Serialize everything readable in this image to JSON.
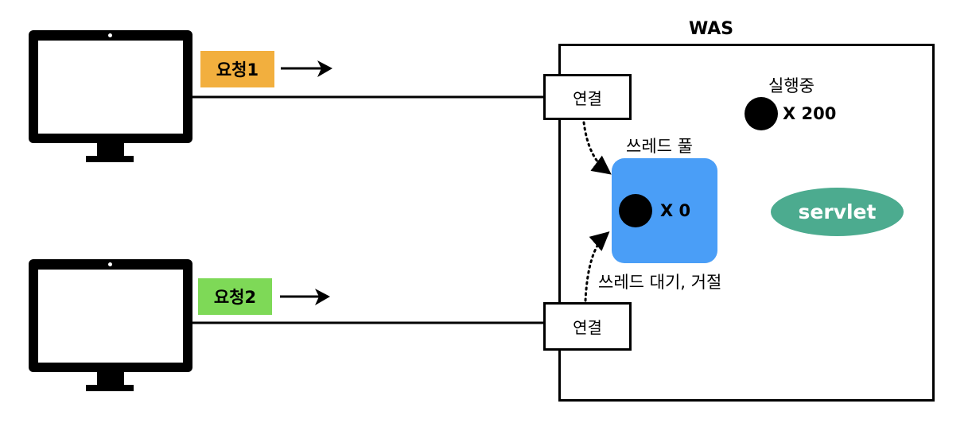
{
  "was": {
    "title": "WAS"
  },
  "requests": [
    {
      "label": "요청1",
      "color": "#F2AF3E"
    },
    {
      "label": "요청2",
      "color": "#7ED957"
    }
  ],
  "connection": {
    "label": "연결"
  },
  "running": {
    "label": "실행중",
    "count": "X 200"
  },
  "thread_pool": {
    "title": "쓰레드 풀",
    "count": "X 0",
    "color": "#4A9EF7"
  },
  "servlet": {
    "label": "servlet",
    "color": "#4CAB8F"
  },
  "wait_note": "쓰레드 대기, 거절"
}
